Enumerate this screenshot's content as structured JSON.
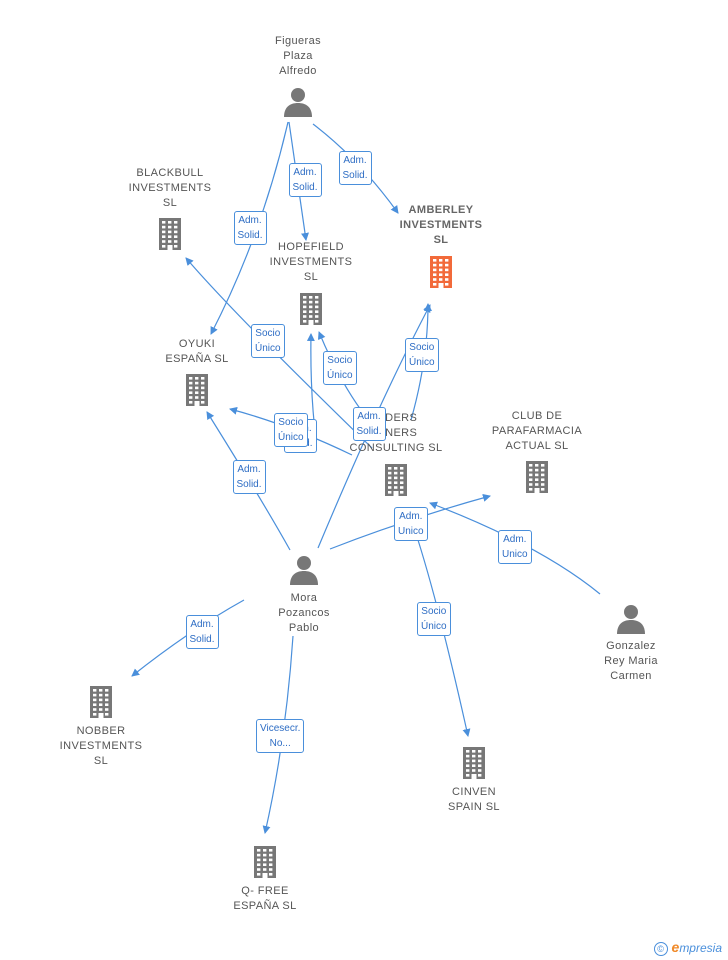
{
  "colors": {
    "edge": "#4a8fdb",
    "node": "#777777",
    "highlight": "#f26a3a"
  },
  "nodes": {
    "figueras": {
      "type": "person",
      "lines": [
        "Figueras",
        "Plaza",
        "Alfredo"
      ]
    },
    "amberley": {
      "type": "company",
      "highlight": true,
      "lines": [
        "AMBERLEY",
        "INVESTMENTS",
        "SL"
      ]
    },
    "blackbull": {
      "type": "company",
      "lines": [
        "BLACKBULL",
        "INVESTMENTS",
        "SL"
      ]
    },
    "hopefield": {
      "type": "company",
      "lines": [
        "HOPEFIELD",
        "INVESTMENTS",
        "SL"
      ]
    },
    "oyuki": {
      "type": "company",
      "lines": [
        "OYUKI",
        "ESPAÑA SL"
      ]
    },
    "holders": {
      "type": "company",
      "lines": [
        "...DERS",
        "...NERS",
        "CONSULTING SL"
      ]
    },
    "club": {
      "type": "company",
      "lines": [
        "CLUB DE",
        "PARAFARMACIA",
        "ACTUAL SL"
      ]
    },
    "mora": {
      "type": "person",
      "lines": [
        "Mora",
        "Pozancos",
        "Pablo"
      ]
    },
    "gonzalez": {
      "type": "person",
      "lines": [
        "Gonzalez",
        "Rey Maria",
        "Carmen"
      ]
    },
    "nobber": {
      "type": "company",
      "lines": [
        "NOBBER",
        "INVESTMENTS",
        "SL"
      ]
    },
    "cinven": {
      "type": "company",
      "lines": [
        "CINVEN",
        "SPAIN SL"
      ]
    },
    "qfree": {
      "type": "company",
      "lines": [
        "Q- FREE",
        "ESPAÑA SL"
      ]
    }
  },
  "edge_labels": [
    {
      "lines": [
        "Adm.",
        "Solid."
      ]
    },
    {
      "lines": [
        "Adm.",
        "Solid."
      ]
    },
    {
      "lines": [
        "Adm.",
        "Solid."
      ]
    },
    {
      "lines": [
        "Socio",
        "Único"
      ]
    },
    {
      "lines": [
        "Socio",
        "Único"
      ]
    },
    {
      "lines": [
        "Socio",
        "Único"
      ]
    },
    {
      "lines": [
        "Adm.",
        "Solid."
      ]
    },
    {
      "lines": [
        "Socio",
        "Único"
      ]
    },
    {
      "lines": [
        "Adm.",
        "Solid."
      ]
    },
    {
      "lines": [
        "Adm.",
        "Solid."
      ]
    },
    {
      "lines": [
        "Adm.",
        "Unico"
      ]
    },
    {
      "lines": [
        "Adm.",
        "Unico"
      ]
    },
    {
      "lines": [
        "Adm.",
        "Solid."
      ]
    },
    {
      "lines": [
        "Socio",
        "Único"
      ]
    },
    {
      "lines": [
        "Vicesecr.",
        "No..."
      ]
    }
  ],
  "footer": {
    "copyright_symbol": "©",
    "brand_initial": "e",
    "brand_rest": "mpresia"
  }
}
